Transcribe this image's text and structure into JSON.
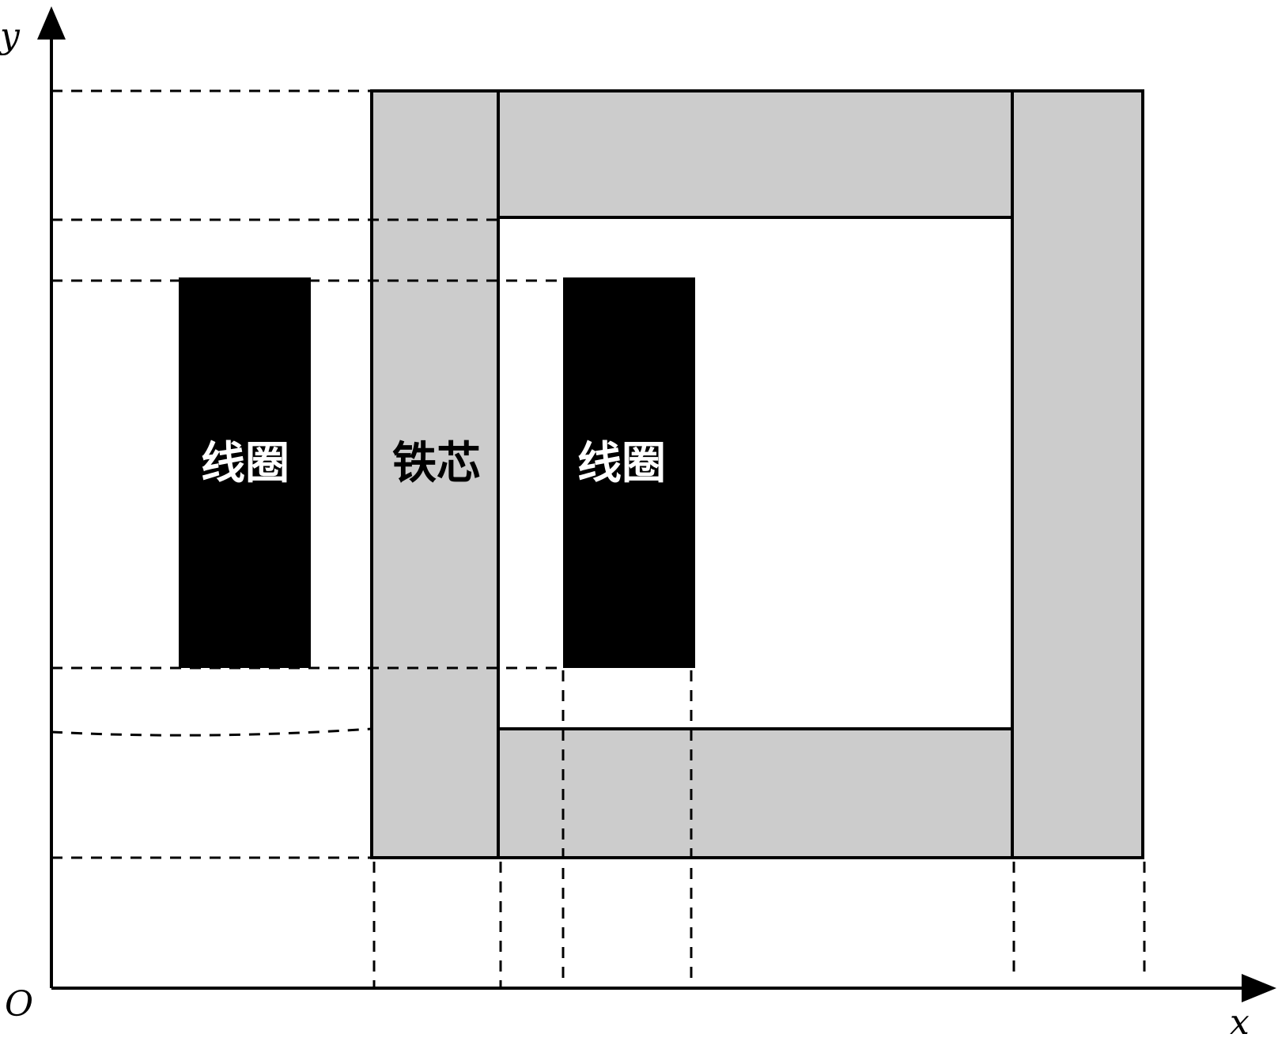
{
  "axes": {
    "x_label": "x",
    "y_label": "y",
    "origin_label": "O"
  },
  "labels": {
    "coil_left": "线圈",
    "core": "铁芯",
    "coil_right": "线圈"
  },
  "colors": {
    "core_fill": "#cccccc",
    "coil_fill": "#000000",
    "line": "#000000",
    "background": "#ffffff"
  }
}
